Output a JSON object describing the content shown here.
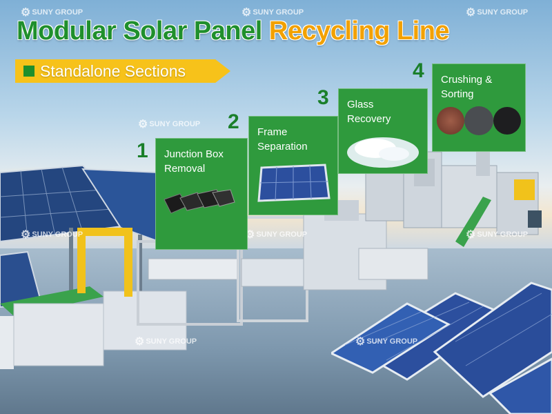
{
  "header": {
    "title_part1": "Modular Solar Panel",
    "title_part2": "Recycling Line",
    "subtitle": "Standalone Sections"
  },
  "watermark": "SUNY GROUP",
  "steps": [
    {
      "number": "1",
      "label_line1": "Junction Box",
      "label_line2": "Removal"
    },
    {
      "number": "2",
      "label_line1": "Frame",
      "label_line2": "Separation"
    },
    {
      "number": "3",
      "label_line1": "Glass",
      "label_line2": "Recovery"
    },
    {
      "number": "4",
      "label_line1": "Crushing &",
      "label_line2": "Sorting"
    }
  ],
  "colors": {
    "title_green": "#1f8f2c",
    "title_yellow": "#f2a100",
    "card_green": "#2f9a3d",
    "banner_yellow": "#f7c21a",
    "panel_blue": "#2c4f9e"
  }
}
